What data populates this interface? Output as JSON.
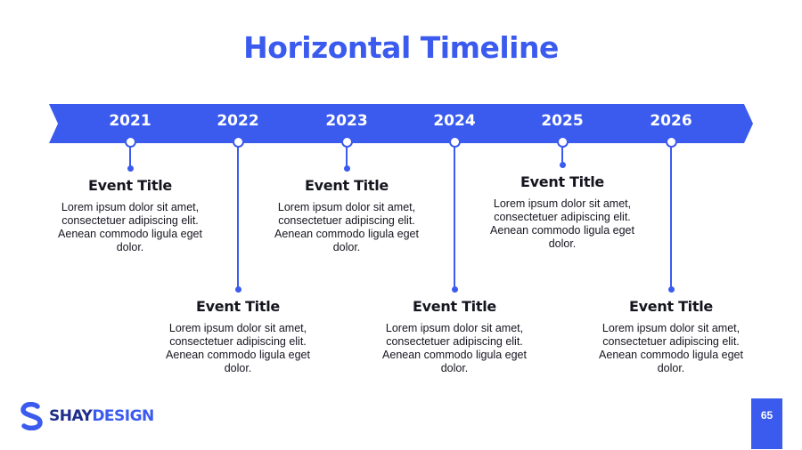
{
  "title": "Horizontal Timeline",
  "colors": {
    "accent": "#3b5bef",
    "text": "#15151f",
    "background": "#ffffff"
  },
  "timeline": {
    "years": [
      "2021",
      "2022",
      "2023",
      "2024",
      "2025",
      "2026"
    ],
    "events": [
      {
        "title": "Event Title",
        "description": "Lorem ipsum dolor sit amet, consectetuer adipiscing elit. Aenean commodo ligula eget dolor."
      },
      {
        "title": "Event Title",
        "description": "Lorem ipsum dolor sit amet, consectetuer adipiscing elit. Aenean commodo ligula eget dolor."
      },
      {
        "title": "Event Title",
        "description": "Lorem ipsum dolor sit amet, consectetuer adipiscing elit. Aenean commodo ligula eget dolor."
      },
      {
        "title": "Event Title",
        "description": "Lorem ipsum dolor sit amet, consectetuer adipiscing elit. Aenean commodo ligula eget dolor."
      },
      {
        "title": "Event Title",
        "description": "Lorem ipsum dolor sit amet, consectetuer adipiscing elit. Aenean commodo ligula eget dolor."
      },
      {
        "title": "Event Title",
        "description": "Lorem ipsum dolor sit amet, consectetuer adipiscing elit. Aenean commodo ligula eget dolor."
      }
    ]
  },
  "brand": {
    "name_part1": "SHAY",
    "name_part2": "DESIGN",
    "logo_icon": "s-logo-icon"
  },
  "page_number": "65"
}
